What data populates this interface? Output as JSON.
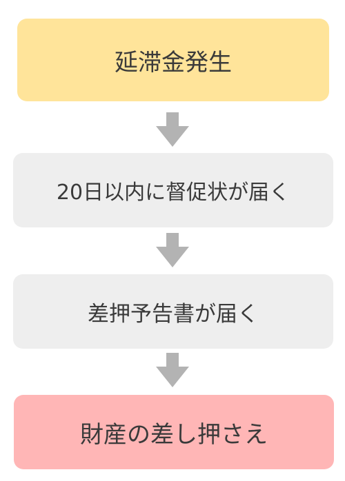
{
  "flow": {
    "steps": [
      {
        "label": "延滞金発生",
        "color": "#ffe49a"
      },
      {
        "label": "20日以内に督促状が届く",
        "color": "#eeeeee"
      },
      {
        "label": "差押予告書が届く",
        "color": "#eeeeee"
      },
      {
        "label": "財産の差し押さえ",
        "color": "#ffb6b6"
      }
    ],
    "arrow_color": "#b3b3b3",
    "arrow_icon": "arrow-down-icon"
  }
}
